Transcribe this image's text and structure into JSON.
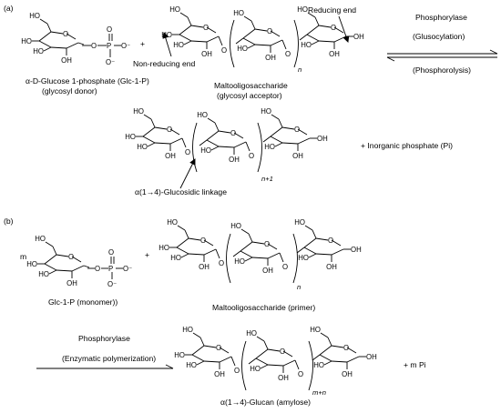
{
  "panel_a": {
    "tag": "(a)",
    "donor_name": "α-D-Glucose 1-phosphate (Glc-1-P)",
    "donor_role": "(glycosyl donor)",
    "plus": "+",
    "acceptor_name": "Maltooligosaccharide",
    "acceptor_role": "(glycosyl acceptor)",
    "non_reducing_end": "Non-reducing end",
    "reducing_end": "Reducing end",
    "enzyme": "Phosphorylase",
    "forward_reaction": "(Glusocylation)",
    "reverse_reaction": "(Phosphorolysis)",
    "product_plus_pi": "+  Inorganic phosphate (Pi)",
    "linkage_label": "α(1→4)-Glucosidic linkage",
    "acceptor_repeat": "n",
    "product_repeat": "n+1"
  },
  "panel_b": {
    "tag": "(b)",
    "m_coeff": "m",
    "plus": "+",
    "monomer_label": "Glc-1-P (monomer))",
    "primer_label": "Maltooligosaccharide (primer)",
    "primer_repeat": "n",
    "enzyme": "Phosphorylase",
    "process": "(Enzymatic polymerization)",
    "product_label": "α(1→4)-Glucan (amylose)",
    "product_repeat": "m+n",
    "byproduct": "+  m Pi"
  },
  "atoms": {
    "ho": "HO",
    "oh": "OH",
    "o": "O",
    "p": "P",
    "o_minus": "O⁻"
  }
}
